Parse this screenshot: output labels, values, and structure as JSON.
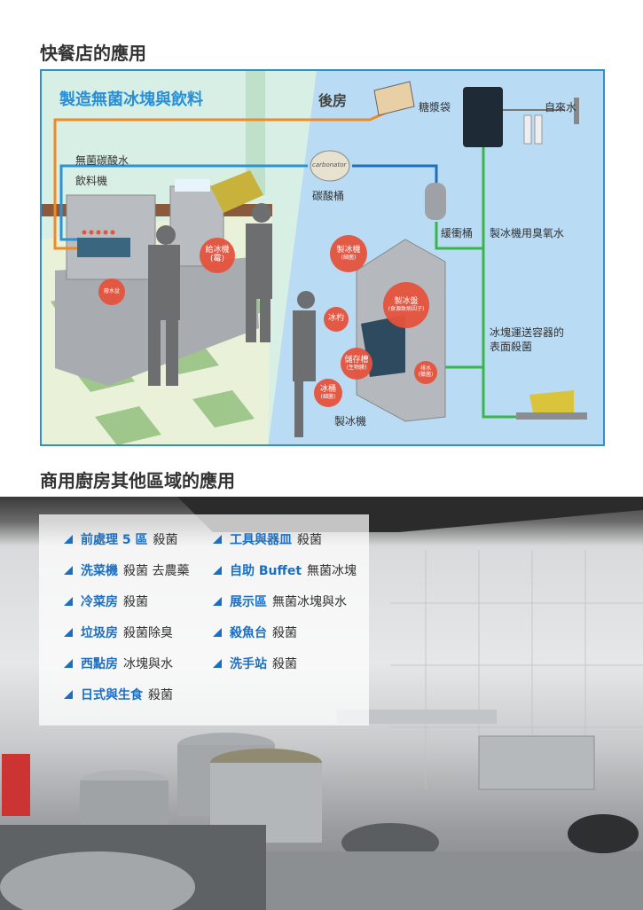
{
  "section1": {
    "heading": "快餐店的應用",
    "diagram_title": "製造無菌冰塊與飲料",
    "back_room": "後房",
    "labels": {
      "syrup_bag": "糖漿袋",
      "tap_water": "自來水",
      "sterile_soda": "無菌碳酸水",
      "drink_machine": "飲料機",
      "carbonator_tank": "碳酸桶",
      "carbonator_text": "carbonator",
      "buffer_tank": "緩衝桶",
      "ozone_water": "製冰機用臭氧水",
      "container_1": "冰塊運送容器的",
      "container_2": "表面殺菌",
      "ice_maker": "製冰機"
    },
    "badges": [
      {
        "main": "廢水盆",
        "sub": ""
      },
      {
        "main": "給冰機",
        "sub": "(霉)"
      },
      {
        "main": "製冰機",
        "sub": "(細菌)"
      },
      {
        "main": "製冰盤",
        "sub": "(食源致病因子)"
      },
      {
        "main": "冰杓",
        "sub": ""
      },
      {
        "main": "儲存槽",
        "sub": "(生物膜)"
      },
      {
        "main": "冰桶",
        "sub": "(細菌)"
      },
      {
        "main": "排水",
        "sub": "(黴菌)"
      }
    ]
  },
  "section2": {
    "heading": "商用廚房其他區域的應用",
    "items": [
      {
        "bold": "前處理 5 區",
        "text": "殺菌"
      },
      {
        "bold": "工具與器皿",
        "text": "殺菌"
      },
      {
        "bold": "洗菜機",
        "text": "殺菌 去農藥"
      },
      {
        "bold": "自助 Buffet",
        "text": "無菌冰塊"
      },
      {
        "bold": "冷菜房",
        "text": "殺菌"
      },
      {
        "bold": "展示區",
        "text": "無菌冰塊與水"
      },
      {
        "bold": "垃圾房",
        "text": "殺菌除臭"
      },
      {
        "bold": "殺魚台",
        "text": "殺菌"
      },
      {
        "bold": "西點房",
        "text": "冰塊與水"
      },
      {
        "bold": "洗手站",
        "text": "殺菌"
      },
      {
        "bold": "日式與生食",
        "text": "殺菌"
      }
    ]
  }
}
